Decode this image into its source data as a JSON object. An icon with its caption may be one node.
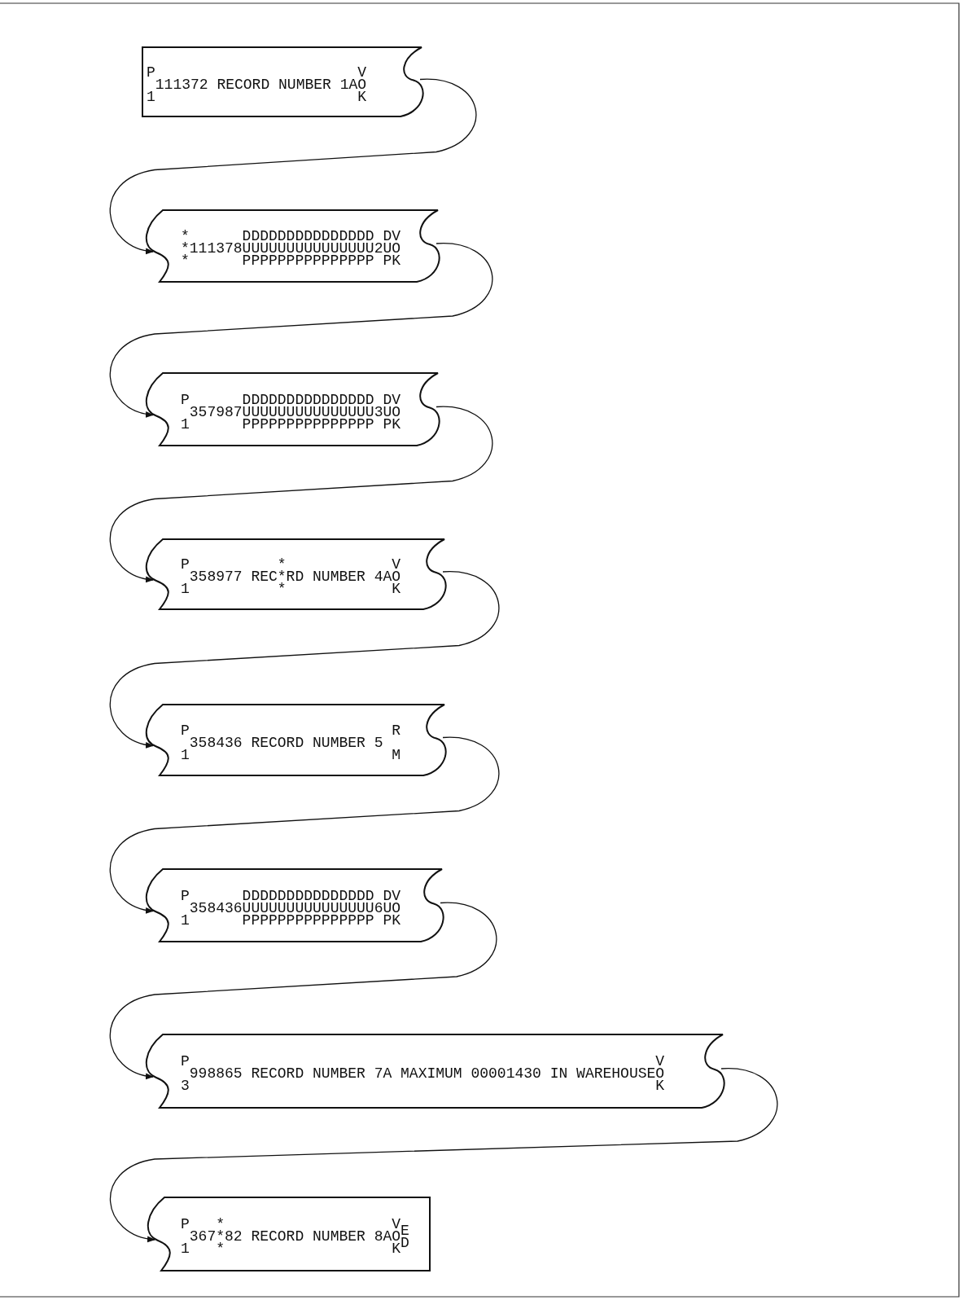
{
  "diagram": {
    "nodes": [
      {
        "text": [
          "P",
          "V",
          "111372 RECORD NUMBER 1AO",
          "1",
          "K"
        ]
      },
      {
        "text": [
          "*",
          "DDDDDDDDDDDDDDD DV",
          "*111378UUUUUUUUUUUUUUU2UO",
          "*",
          "PPPPPPPPPPPPPPP PK"
        ]
      },
      {
        "text": [
          "P",
          "DDDDDDDDDDDDDDD DV",
          "357987UUUUUUUUUUUUUUU3UO",
          "1",
          "PPPPPPPPPPPPPPP PK"
        ]
      },
      {
        "text": [
          "P",
          "*",
          "V",
          "358977 REC*RD NUMBER 4AO",
          "1",
          "*",
          "K"
        ]
      },
      {
        "text": [
          "P",
          "R",
          "358436 RECORD NUMBER 5",
          "1",
          "M"
        ]
      },
      {
        "text": [
          "P",
          "DDDDDDDDDDDDDDD DV",
          "358436UUUUUUUUUUUUUUU6UO",
          "1",
          "PPPPPPPPPPPPPPP PK"
        ]
      },
      {
        "text": [
          "P",
          "V",
          "998865 RECORD NUMBER 7A MAXIMUM 00001430 IN WAREHOUSEO",
          "3",
          "K"
        ]
      },
      {
        "text": [
          "P",
          "*",
          "V",
          "E",
          "367*82 RECORD NUMBER 8AO",
          "D",
          "1",
          "*",
          "K"
        ]
      }
    ],
    "edges": [
      {
        "from": 0,
        "to": 1,
        "arrow": "to"
      },
      {
        "from": 1,
        "to": 2,
        "arrow": "to"
      },
      {
        "from": 2,
        "to": 3,
        "arrow": "to"
      },
      {
        "from": 3,
        "to": 4,
        "arrow": "to"
      },
      {
        "from": 4,
        "to": 5,
        "arrow": "to"
      },
      {
        "from": 5,
        "to": 6,
        "arrow": "to"
      },
      {
        "from": 6,
        "to": 7,
        "arrow": "to"
      }
    ]
  }
}
